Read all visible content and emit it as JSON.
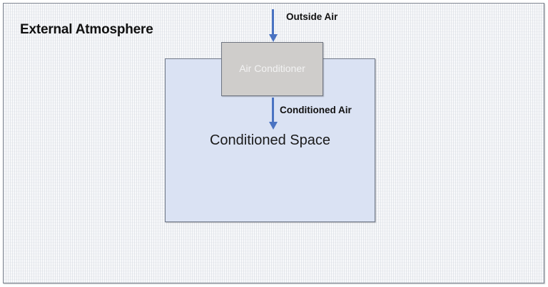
{
  "diagram": {
    "type": "air-conditioning-system-schematic",
    "external": {
      "label": "External Atmosphere"
    },
    "conditioned_space": {
      "label": "Conditioned Space"
    },
    "air_conditioner": {
      "label": "Air Conditioner"
    },
    "flows": [
      {
        "label": "Outside Air",
        "from": "External Atmosphere",
        "to": "Air Conditioner",
        "direction": "down"
      },
      {
        "label": "Conditioned Air",
        "from": "Air Conditioner",
        "to": "Conditioned Space",
        "direction": "down"
      }
    ],
    "colors": {
      "frame_background": "#f7f8fa",
      "frame_border": "#7f8590",
      "conditioned_space_fill": "#dae2f3",
      "air_conditioner_fill": "#cfcdcb",
      "air_conditioner_text": "#f2f2f2",
      "arrow": "#4a73c2",
      "text": "#111111"
    }
  }
}
